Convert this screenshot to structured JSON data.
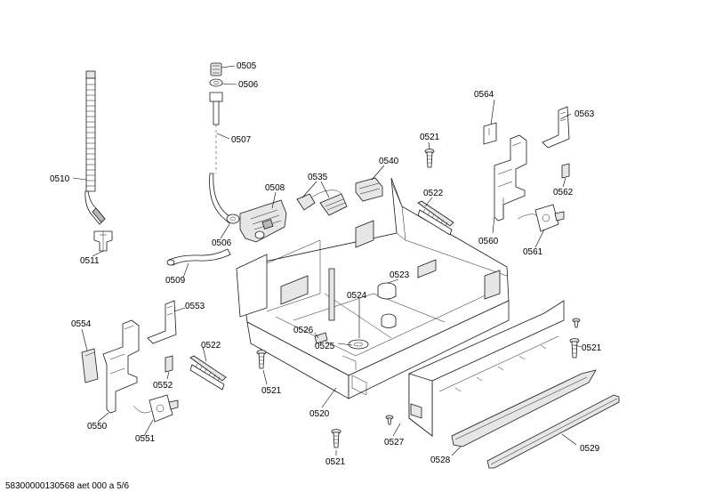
{
  "labels": {
    "p0505": "0505",
    "p0506a": "0506",
    "p0507": "0507",
    "p0510": "0510",
    "p0511": "0511",
    "p0508": "0508",
    "p0506b": "0506",
    "p0509": "0509",
    "p0535": "0535",
    "p0540": "0540",
    "p0521a": "0521",
    "p0522a": "0522",
    "p0564": "0564",
    "p0563": "0563",
    "p0562": "0562",
    "p0560": "0560",
    "p0561": "0561",
    "p0523": "0523",
    "p0524": "0524",
    "p0526": "0526",
    "p0525": "0525",
    "p0554": "0554",
    "p0553": "0553",
    "p0522b": "0522",
    "p0552": "0552",
    "p0550": "0550",
    "p0551": "0551",
    "p0521b": "0521",
    "p0520": "0520",
    "p0521c": "0521",
    "p0521d": "0521",
    "p0527": "0527",
    "p0528": "0528",
    "p0529": "0529"
  },
  "footer": "58300000130568 aet 000 a 5/6"
}
